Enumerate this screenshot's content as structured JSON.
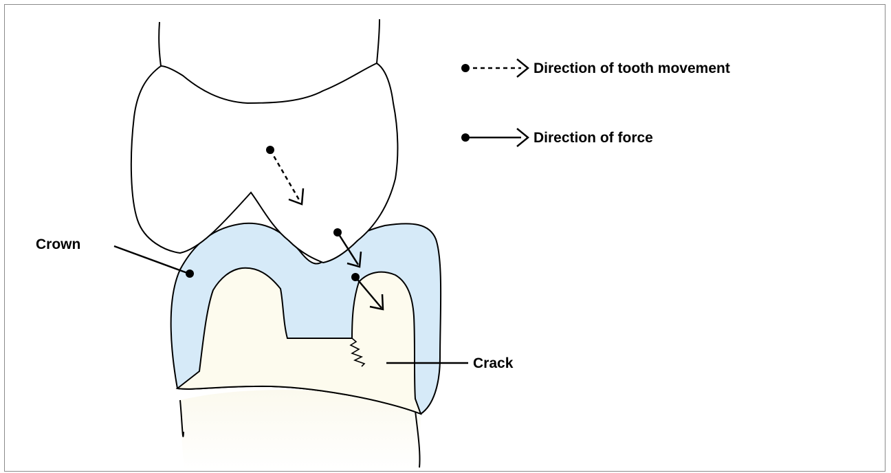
{
  "legend": {
    "movement_label": "Direction of tooth movement",
    "force_label": "Direction of force"
  },
  "labels": {
    "crown": "Crown",
    "crack": "Crack"
  },
  "colors": {
    "crown_fill": "#d6eaf8",
    "tooth_fill": "#fdfbee",
    "stroke": "#000000"
  },
  "icons": [
    "dot-marker-icon",
    "dashed-arrow-icon",
    "solid-arrow-icon"
  ]
}
